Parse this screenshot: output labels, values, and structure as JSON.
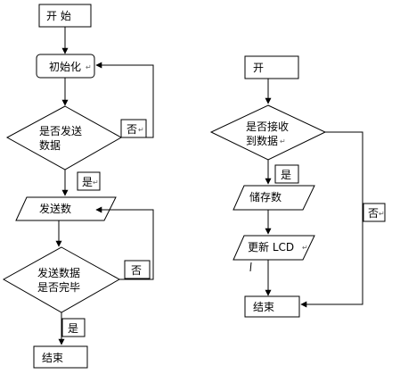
{
  "left_flow": {
    "start": "开  始",
    "init": "初始化",
    "decision_send": [
      "是否发送",
      "数据"
    ],
    "edge_no_top": "否",
    "edge_yes_top": "是",
    "send_data": "发送数",
    "decision_done": [
      "发送数据",
      "是否完毕"
    ],
    "edge_no_bottom": "否",
    "edge_yes_bottom": "是",
    "end": "结束"
  },
  "right_flow": {
    "start": "开",
    "decision_receive": [
      "是否接收",
      "到数据"
    ],
    "edge_yes": "是",
    "store": "储存数",
    "update_lcd": "更新 LCD",
    "edge_no": "否",
    "end": "结束"
  }
}
